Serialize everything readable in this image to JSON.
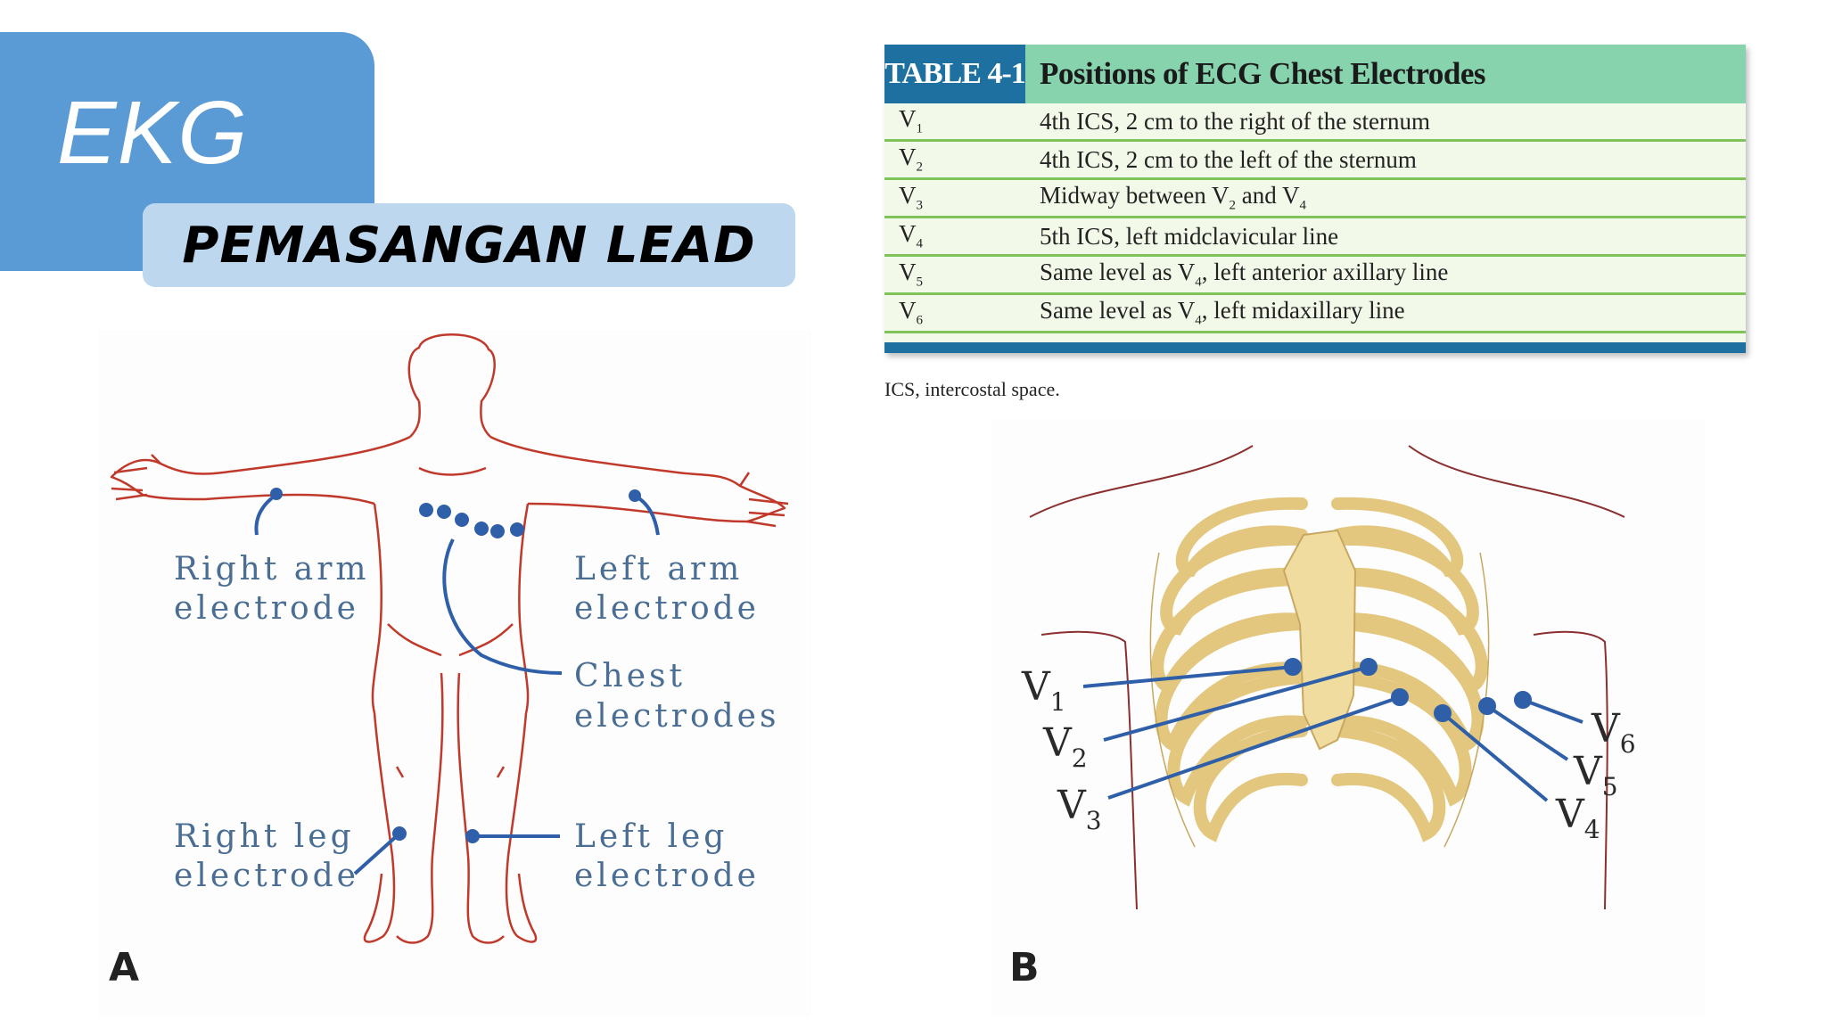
{
  "title": "EKG",
  "subtitle": "PEMASANGAN LEAD",
  "table": {
    "badge": "TABLE 4-1",
    "heading": "Positions of ECG Chest Electrodes",
    "rows": [
      {
        "lead": "V",
        "sub": "1",
        "desc": "4th ICS, 2 cm to the right of the sternum"
      },
      {
        "lead": "V",
        "sub": "2",
        "desc": "4th ICS, 2 cm to the left of the sternum"
      },
      {
        "lead": "V",
        "sub": "3",
        "desc_pre": "Midway between V",
        "desc_sub1": "2",
        "desc_mid": " and V",
        "desc_sub2": "4"
      },
      {
        "lead": "V",
        "sub": "4",
        "desc": "5th ICS, left midclavicular line"
      },
      {
        "lead": "V",
        "sub": "5",
        "desc_pre": "Same level as V",
        "desc_sub1": "4",
        "desc_mid": ", left anterior axillary line"
      },
      {
        "lead": "V",
        "sub": "6",
        "desc_pre": "Same level as V",
        "desc_sub1": "4",
        "desc_mid": ", left midaxillary line"
      }
    ],
    "footnote": "ICS, intercostal space."
  },
  "figure_a": {
    "letter": "A",
    "labels": {
      "right_arm": [
        "Right arm",
        "electrode"
      ],
      "left_arm": [
        "Left arm",
        "electrode"
      ],
      "chest": [
        "Chest",
        "electrodes"
      ],
      "right_leg": [
        "Right leg",
        "electrode"
      ],
      "left_leg": [
        "Left leg",
        "electrode"
      ]
    }
  },
  "figure_b": {
    "letter": "B",
    "leads": [
      {
        "base": "V",
        "sub": "1"
      },
      {
        "base": "V",
        "sub": "2"
      },
      {
        "base": "V",
        "sub": "3"
      },
      {
        "base": "V",
        "sub": "4"
      },
      {
        "base": "V",
        "sub": "5"
      },
      {
        "base": "V",
        "sub": "6"
      }
    ]
  },
  "colors": {
    "title_blue": "#5b9bd5",
    "subtitle_blue": "#bdd7ee",
    "table_badge": "#1e70a0",
    "table_header": "#86d3ae",
    "row_line": "#7fc35a",
    "body_outline": "#c0392b",
    "electrode_blue": "#2f5fa8",
    "rib_fill": "#f0dc9e"
  }
}
